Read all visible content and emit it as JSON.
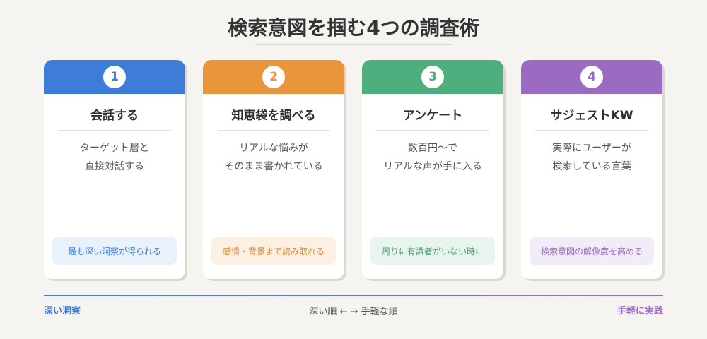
{
  "title": "検索意図を掴む4つの調査術",
  "colors": {
    "background": "#f6f4f0",
    "blue": "#3d7dd8",
    "orange": "#e8953b",
    "green": "#4eae7e",
    "purple": "#9b6ac2"
  },
  "cards": [
    {
      "number": "1",
      "name": "会話する",
      "desc": [
        "ターゲット層と",
        "直接対話する"
      ],
      "tag": "最も深い洞察が得られる"
    },
    {
      "number": "2",
      "name": "知恵袋を調べる",
      "desc": [
        "リアルな悩みが",
        "そのまま書かれている"
      ],
      "tag": "感情・背景まで読み取れる"
    },
    {
      "number": "3",
      "name": "アンケート",
      "desc": [
        "数百円〜で",
        "リアルな声が手に入る"
      ],
      "tag": "周りに有識者がいない時に"
    },
    {
      "number": "4",
      "name": "サジェストKW",
      "desc": [
        "実際にユーザーが",
        "検索している言葉"
      ],
      "tag": "検索意図の解像度を高める"
    }
  ],
  "scale": {
    "left": "深い洞察",
    "middle": "深い順 ← → 手軽な順",
    "right": "手軽に実践"
  }
}
